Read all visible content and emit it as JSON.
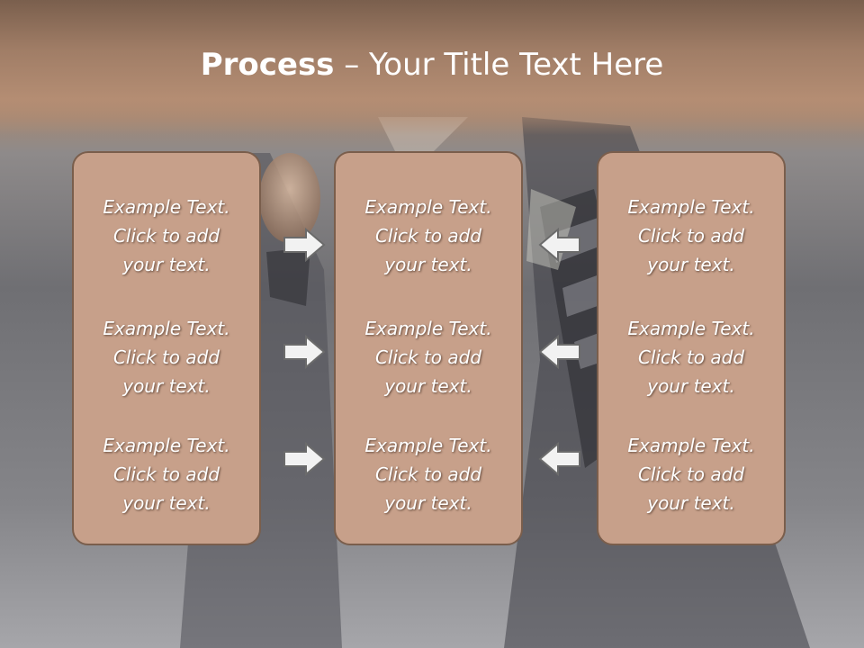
{
  "title": {
    "bold": "Process",
    "rest": " – Your Title Text Here"
  },
  "panels": [
    {
      "items": [
        {
          "line1": "Example Text.",
          "line2": "Click  to add",
          "line3": "your text."
        },
        {
          "line1": "Example Text.",
          "line2": "Click  to add",
          "line3": "your text."
        },
        {
          "line1": "Example Text.",
          "line2": "Click  to add",
          "line3": "your text."
        }
      ]
    },
    {
      "items": [
        {
          "line1": "Example Text.",
          "line2": "Click  to add",
          "line3": "your text."
        },
        {
          "line1": "Example Text.",
          "line2": "Click  to add",
          "line3": "your text."
        },
        {
          "line1": "Example Text.",
          "line2": "Click  to add",
          "line3": "your text."
        }
      ]
    },
    {
      "items": [
        {
          "line1": "Example Text.",
          "line2": "Click  to add",
          "line3": "your text."
        },
        {
          "line1": "Example Text.",
          "line2": "Click  to add",
          "line3": "your text."
        },
        {
          "line1": "Example Text.",
          "line2": "Click  to add",
          "line3": "your text."
        }
      ]
    }
  ],
  "arrows": {
    "left_column": [
      "arrow-right-icon",
      "arrow-right-icon",
      "arrow-right-icon"
    ],
    "right_column": [
      "arrow-left-icon",
      "arrow-left-icon",
      "arrow-left-icon"
    ]
  },
  "colors": {
    "header": "#b48d73",
    "panel_fill": "#c7a08a",
    "panel_border": "#7a5e4c",
    "text": "#ffffff"
  }
}
